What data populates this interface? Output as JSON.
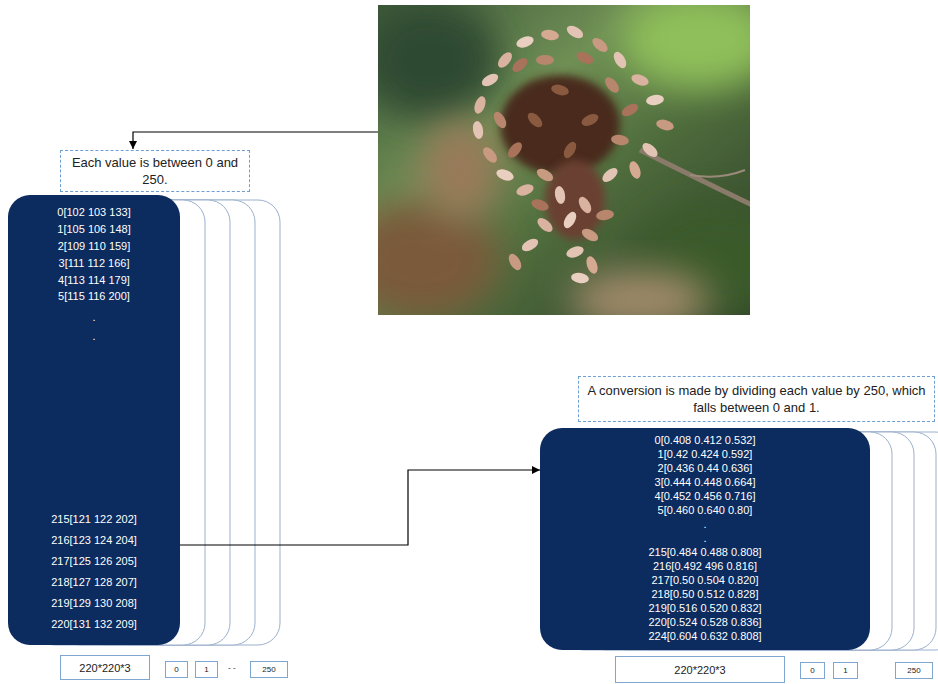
{
  "diagram": {
    "nodes": [
      {
        "text": [
          "Each value is between 0 and 250."
        ]
      },
      {
        "text": [
          "0[102 103 133]",
          "1[105 106 148]",
          "2[109 110 159]",
          "3[111 112 166]",
          "4[113 114 179]",
          "5[115 116 200]",
          ".",
          ".",
          "215[121 122 202]",
          "216[123 124 204]",
          "217[125 126 205]",
          "218[127 128 207]",
          "219[129 130 208]",
          "220[131 132 209]"
        ]
      },
      {
        "text": [
          "220*220*3"
        ]
      },
      {
        "text": [
          "0"
        ]
      },
      {
        "text": [
          "1"
        ]
      },
      {
        "text": [
          "250"
        ]
      },
      {
        "text": [
          "A conversion is made by dividing each value by 250, which falls between 0 and 1."
        ]
      },
      {
        "text": [
          "0[0.408 0.412 0.532]",
          "1[0.42 0.424 0.592]",
          "2[0.436 0.44 0.636]",
          "3[0.444 0.448 0.664]",
          "4[0.452 0.456 0.716]",
          "5[0.460 0.640 0.80]",
          ".",
          ".",
          "215[0.484 0.488 0.808]",
          "216[0.492 496 0.816]",
          "217[0.50 0.504 0.820]",
          "218[0.50 0.512 0.828]",
          "219[0.516 0.520 0.832]",
          "220[0.524 0.528 0.836]",
          "224[0.604 0.632 0.808]"
        ]
      },
      {
        "text": [
          "220*220*3"
        ]
      },
      {
        "text": [
          "0"
        ]
      },
      {
        "text": [
          "1"
        ]
      },
      {
        "text": [
          "250"
        ]
      }
    ],
    "edges": [
      {
        "from": 1,
        "to": 7,
        "arrow": "to"
      }
    ],
    "labels": [
      "- -"
    ]
  }
}
